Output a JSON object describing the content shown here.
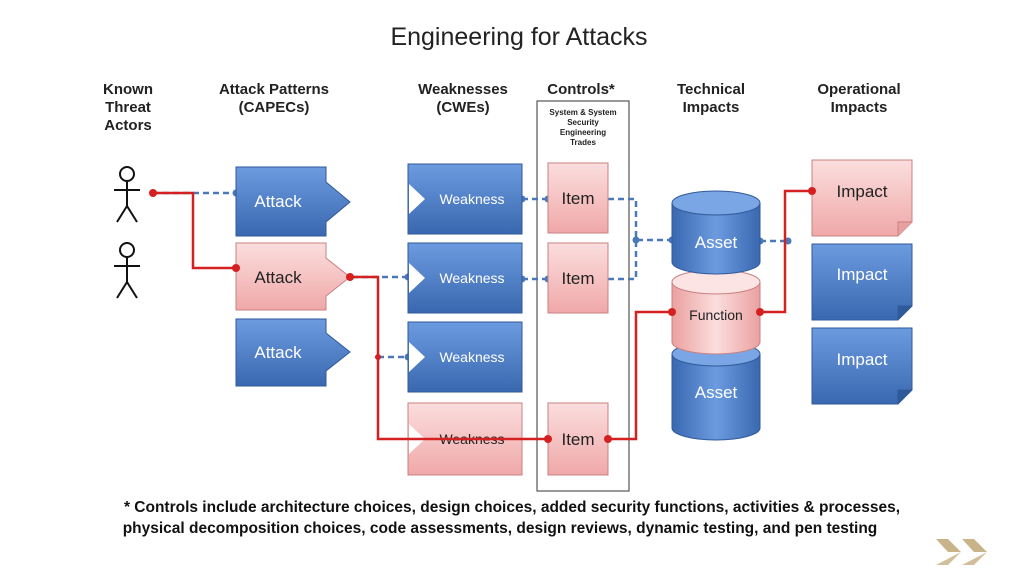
{
  "title": "Engineering for Attacks",
  "columns": {
    "actors_line1": "Known",
    "actors_line2": "Threat",
    "actors_line3": "Actors",
    "patterns_line1": "Attack Patterns",
    "patterns_line2": "(CAPECs)",
    "weak_line1": "Weaknesses",
    "weak_line2": "(CWEs)",
    "controls_line1": "Controls*",
    "tech_line1": "Technical",
    "tech_line2": "Impacts",
    "ops_line1": "Operational",
    "ops_line2": "Impacts"
  },
  "controls_box": {
    "line1": "System & System",
    "line2": "Security",
    "line3": "Engineering",
    "line4": "Trades"
  },
  "attacks": [
    "Attack",
    "Attack",
    "Attack"
  ],
  "weaknesses": [
    "Weakness",
    "Weakness",
    "Weakness",
    "Weakness"
  ],
  "items": [
    "Item",
    "Item",
    "Item"
  ],
  "technical": [
    "Asset",
    "Function",
    "Asset"
  ],
  "impacts": [
    "Impact",
    "Impact",
    "Impact"
  ],
  "footnote": {
    "line1": "* Controls include architecture choices, design choices, added security functions, activities & processes,",
    "line2": "physical decomposition choices, code assessments, design reviews, dynamic testing, and pen testing"
  },
  "colors": {
    "blue_fill": "#4a7fc8",
    "red_fill": "#f4c0c0",
    "red_line": "#d42020",
    "blue_line": "#4a78b8"
  }
}
